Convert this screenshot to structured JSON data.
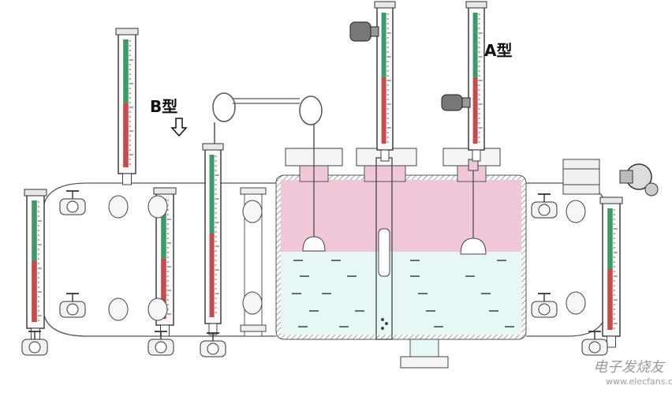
{
  "labels": {
    "type_b": "B型",
    "type_a": "A型"
  },
  "watermark": {
    "brand": "电子发烧友",
    "url": "www.elecfans.com"
  },
  "colors": {
    "gas_zone": "#efc7d8",
    "liquid_zone": "#e6f7f6",
    "outline": "#555555",
    "scale_red": "#c64b4b",
    "scale_green": "#3f9a6a"
  }
}
